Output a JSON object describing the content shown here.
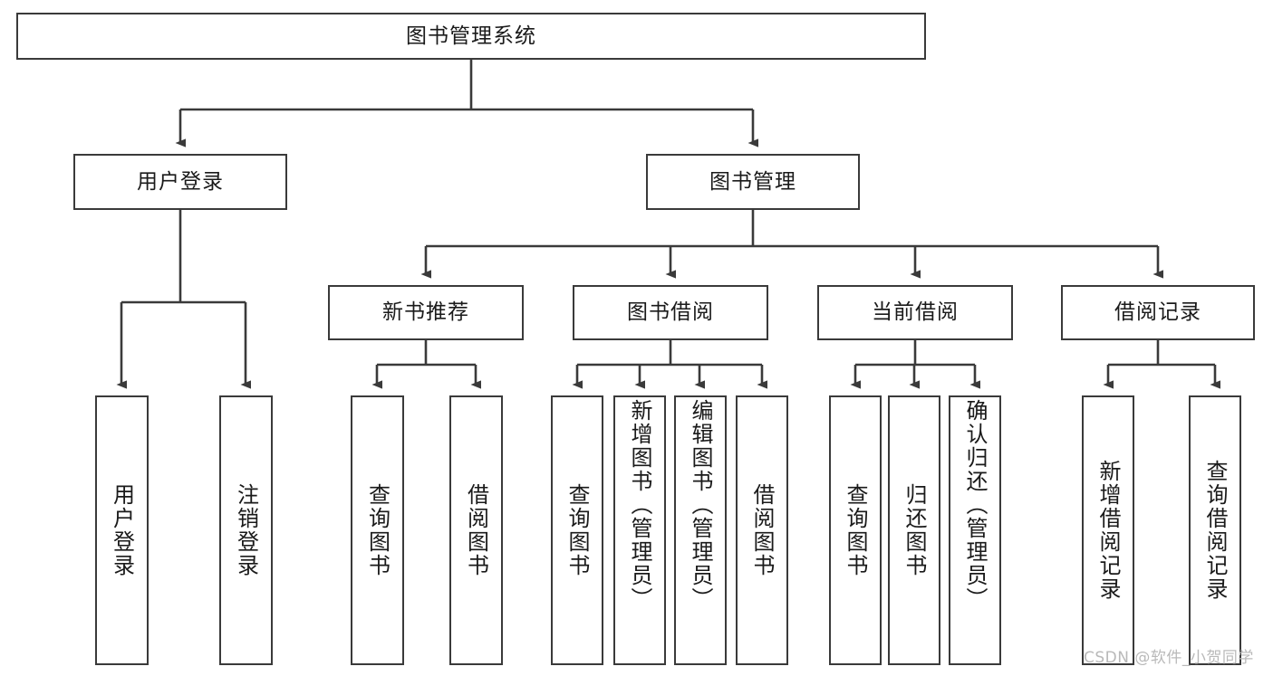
{
  "diagram": {
    "type": "tree-hierarchy-chart",
    "title": "图书管理系统",
    "watermark": "CSDN @软件_小贺同学",
    "colors": {
      "box_border": "#3a3a3a",
      "box_fill": "#ffffff",
      "connector": "#3a3a3a",
      "text": "#1a1a1a",
      "watermark": "#b9b9b9",
      "background": "#ffffff"
    },
    "root": {
      "label": "图书管理系统"
    },
    "level2": [
      {
        "label": "用户登录"
      },
      {
        "label": "图书管理"
      }
    ],
    "level3": [
      {
        "label": "新书推荐"
      },
      {
        "label": "图书借阅"
      },
      {
        "label": "当前借阅"
      },
      {
        "label": "借阅记录"
      }
    ],
    "leaves": {
      "user_login": [
        {
          "label": "用户登录"
        },
        {
          "label": "注销登录"
        }
      ],
      "new_book": [
        {
          "label": "查询图书"
        },
        {
          "label": "借阅图书"
        }
      ],
      "book_borrow": [
        {
          "label": "查询图书"
        },
        {
          "label": "新增图书（管理员）"
        },
        {
          "label": "编辑图书（管理员）"
        },
        {
          "label": "借阅图书"
        }
      ],
      "current_borrow": [
        {
          "label": "查询图书"
        },
        {
          "label": "归还图书"
        },
        {
          "label": "确认归还（管理员）"
        }
      ],
      "borrow_record": [
        {
          "label": "新增借阅记录"
        },
        {
          "label": "查询借阅记录"
        }
      ]
    }
  }
}
